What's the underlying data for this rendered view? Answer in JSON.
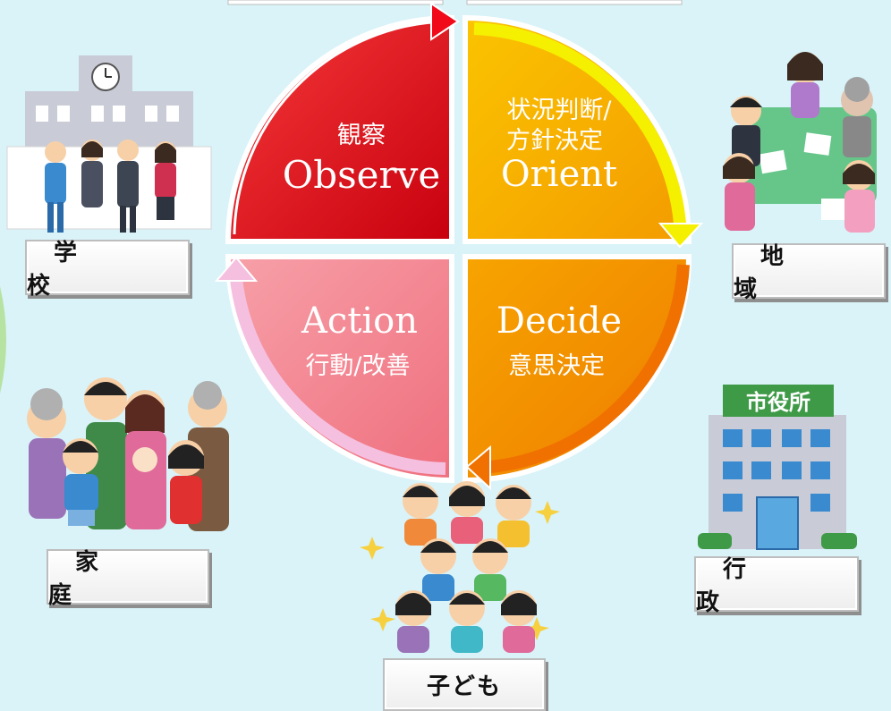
{
  "cycle": {
    "observe": {
      "jp": "観察",
      "en": "Observe"
    },
    "orient": {
      "jp_line1": "状況判断/",
      "jp_line2": "方針決定",
      "en": "Orient"
    },
    "decide": {
      "en": "Decide",
      "jp": "意思決定"
    },
    "action": {
      "en": "Action",
      "jp": "行動/改善"
    }
  },
  "stakeholders": {
    "school": "学　校",
    "community": "地　域",
    "family": "家　庭",
    "government": "行　政",
    "children": "子ども"
  },
  "signs": {
    "city_hall": "市役所"
  },
  "colors": {
    "background": "#d9f3f8",
    "observe": "#e8121c",
    "orient": "#f6b300",
    "decide": "#f39800",
    "action": "#f2838f",
    "orient_arrow": "#f5f000",
    "decide_arrow": "#f07000",
    "action_arrow": "#f5c0e0"
  }
}
